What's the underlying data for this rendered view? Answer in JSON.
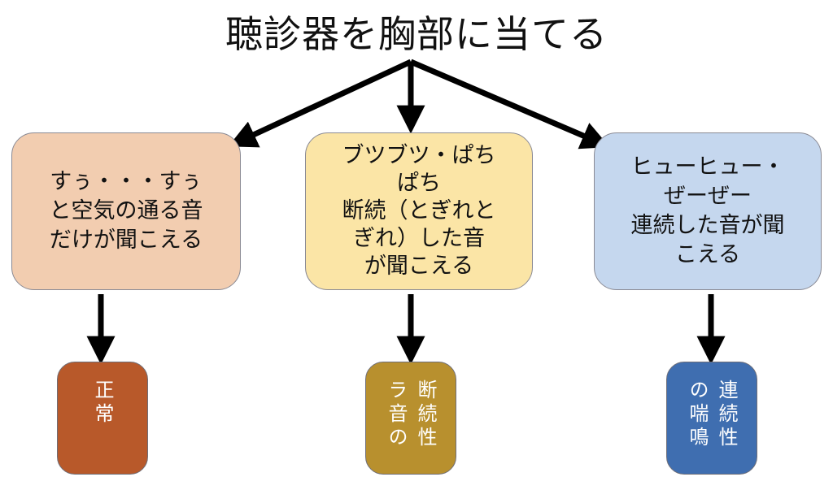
{
  "title": "聴診器を胸部に当てる",
  "colors": {
    "arrow": "#000000",
    "box_border": "#8a8a94",
    "sound_boxes": [
      "#F2CDB0",
      "#FBE5A6",
      "#C5D7EE"
    ],
    "result_boxes": [
      "#B8592A",
      "#B8902E",
      "#3F6EB0"
    ],
    "result_text": "#FFFFFF"
  },
  "sounds": [
    {
      "text": "すぅ・・・すぅ\nと空気の通る音\nだけが聞こえる"
    },
    {
      "text": "ブツブツ・ぱち\nぱち\n断続（とぎれと\nぎれ）した音\nが聞こえる"
    },
    {
      "text": "ヒューヒュー・\nぜーぜー\n連続した音が聞\nこえる"
    }
  ],
  "results": [
    {
      "text": "正常"
    },
    {
      "text": "断続性ラ音の"
    },
    {
      "text": "連続性の喘鳴"
    }
  ]
}
